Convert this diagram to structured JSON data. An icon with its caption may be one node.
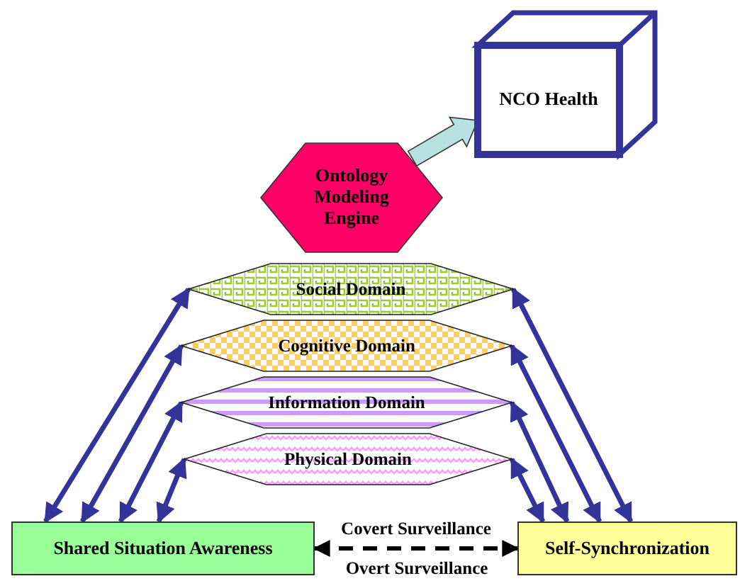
{
  "diagram": {
    "nodes": [
      {
        "text": [
          "NCO Health"
        ]
      },
      {
        "text": [
          "Ontology Modeling Engine"
        ]
      },
      {
        "text": [
          "Social Domain"
        ]
      },
      {
        "text": [
          "Cognitive Domain"
        ]
      },
      {
        "text": [
          "Information Domain"
        ]
      },
      {
        "text": [
          "Physical Domain"
        ]
      },
      {
        "text": [
          "Shared Situation Awareness"
        ]
      },
      {
        "text": [
          "Self-Synchronization"
        ]
      }
    ],
    "edges": [
      {
        "from": 1,
        "to": 0,
        "arrow": "to",
        "style": "thick",
        "color": "#b8e0e0"
      },
      {
        "from": 6,
        "to": 2,
        "arrow": "both"
      },
      {
        "from": 6,
        "to": 3,
        "arrow": "both"
      },
      {
        "from": 6,
        "to": 4,
        "arrow": "both"
      },
      {
        "from": 6,
        "to": 5,
        "arrow": "both"
      },
      {
        "from": 7,
        "to": 2,
        "arrow": "both"
      },
      {
        "from": 7,
        "to": 3,
        "arrow": "both"
      },
      {
        "from": 7,
        "to": 4,
        "arrow": "both"
      },
      {
        "from": 7,
        "to": 5,
        "arrow": "both"
      },
      {
        "from": 6,
        "to": 7,
        "arrow": "both",
        "style": "dashed",
        "color": "#000000",
        "label": "Covert Surveillance"
      }
    ],
    "labels": [
      "Overt Surveillance"
    ]
  }
}
